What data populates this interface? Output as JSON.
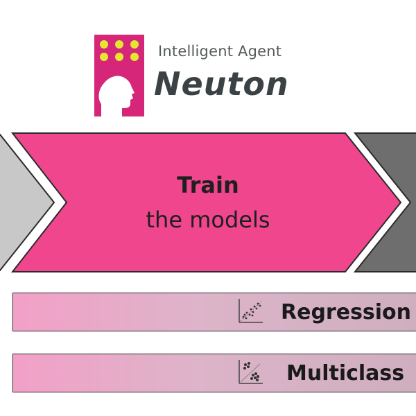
{
  "logo": {
    "subtitle": "Intelligent Agent",
    "title": "Neuton",
    "colors": {
      "box": "#d5267a",
      "dots": "#e6e630",
      "text_dark": "#3b4245"
    }
  },
  "stage": {
    "title": "Train",
    "subtitle": "the models",
    "colors": {
      "active": "#f0468e",
      "prev": "#c8c8c8",
      "next": "#6e6e6e"
    }
  },
  "tasks": [
    {
      "label": "Regression",
      "icon": "scatter-regression-icon"
    },
    {
      "label": "Multiclass",
      "icon": "scatter-cluster-icon"
    }
  ]
}
